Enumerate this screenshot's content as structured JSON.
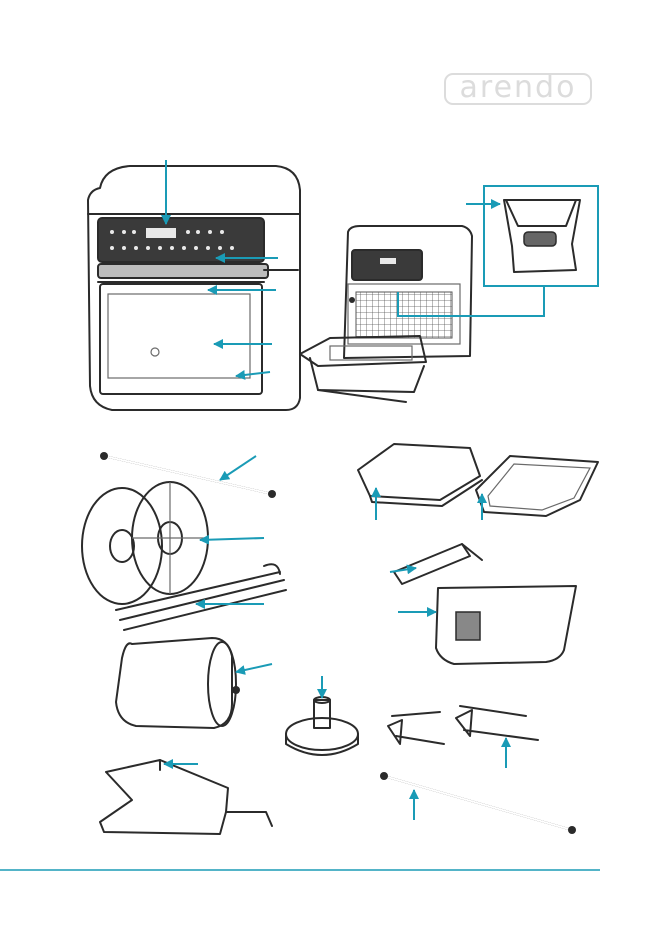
{
  "brand": {
    "logo_text": "arendo"
  },
  "colors": {
    "accent": "#1a9bb6",
    "line": "#2b2b2b",
    "logo": "#dcdcdc"
  },
  "parts": [
    "control-panel",
    "door-handle",
    "oven-door",
    "drip-area",
    "window-interior",
    "rotisserie-shaft",
    "rotisserie-disks",
    "skewers",
    "rotating-basket",
    "lifting-tool",
    "grill-rack",
    "baking-tray",
    "handle-bar",
    "fry-basket",
    "stand",
    "forks",
    "spit-rod"
  ]
}
